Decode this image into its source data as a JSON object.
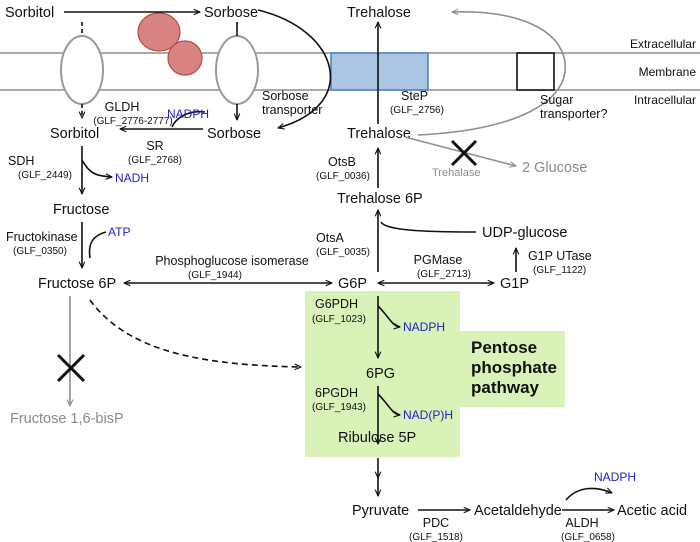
{
  "regions": {
    "extracellular": "Extracellular",
    "membrane": "Membrane",
    "intracellular": "Intracellular"
  },
  "metabolites": {
    "sorbitol_out": "Sorbitol",
    "sorbose_out": "Sorbose",
    "trehalose_out": "Trehalose",
    "sorbitol_in": "Sorbitol",
    "sorbose_in": "Sorbose",
    "trehalose_in": "Trehalose",
    "fructose": "Fructose",
    "fructose_6p": "Fructose 6P",
    "trehalose_6p": "Trehalose 6P",
    "udp_glucose": "UDP-glucose",
    "g6p": "G6P",
    "g1p": "G1P",
    "glucose2": "2 Glucose",
    "pg6": "6PG",
    "ribulose_5p": "Ribulose 5P",
    "fructose_16bisp": "Fructose 1,6-bisP",
    "pyruvate": "Pyruvate",
    "acetaldehyde": "Acetaldehyde",
    "acetic_acid": "Acetic acid"
  },
  "enzymes": {
    "gldh": {
      "name": "GLDH",
      "gene": "(GLF_2776-2777)"
    },
    "sr": {
      "name": "SR",
      "gene": "(GLF_2768)"
    },
    "sdh": {
      "name": "SDH",
      "gene": "(GLF_2449)"
    },
    "fructokinase": {
      "name": "Fructokinase",
      "gene": "(GLF_0350)"
    },
    "pgi": {
      "name": "Phosphoglucose isomerase",
      "gene": "(GLF_1944)"
    },
    "otsa": {
      "name": "OtsA",
      "gene": "(GLF_0035)"
    },
    "otsb": {
      "name": "OtsB",
      "gene": "(GLF_0036)"
    },
    "step": {
      "name": "SteP",
      "gene": "(GLF_2756)"
    },
    "pgmase": {
      "name": "PGMase",
      "gene": "(GLF_2713)"
    },
    "g1putase": {
      "name": "G1P UTase",
      "gene": "(GLF_1122)"
    },
    "g6pdh": {
      "name": "G6PDH",
      "gene": "(GLF_1023)"
    },
    "pgdh6": {
      "name": "6PGDH",
      "gene": "(GLF_1943)"
    },
    "pdc": {
      "name": "PDC",
      "gene": "(GLF_1518)"
    },
    "aldh": {
      "name": "ALDH",
      "gene": "(GLF_0658)"
    },
    "trehalase": {
      "name": "Trehalase"
    }
  },
  "transporters": {
    "sorbose_transporter": [
      "Sorbose",
      "transporter"
    ],
    "sugar_transporter": [
      "Sugar",
      "transporter?"
    ]
  },
  "cofactors": {
    "nadph_sr": "NADPH",
    "nadh_sdh": "NADH",
    "atp": "ATP",
    "nadph_g6pdh": "NADPH",
    "nadph_ppp": "NAD(P)H",
    "nadph_aldh": "NADPH"
  },
  "pathway_box": {
    "title_lines": [
      "Pentose",
      "phosphate",
      "pathway"
    ],
    "fill": "#d9f2b7"
  },
  "colors": {
    "membrane_enzyme": "#d98282",
    "membrane_enzyme_stroke": "#b24a4a",
    "step_transporter": "#aac6e4",
    "step_transporter_stroke": "#4a7fb5",
    "cofactor_text": "#1f1fc8",
    "blocked_text": "#8a8a8a"
  },
  "blocked_steps": [
    "trehalase",
    "fructose_6p_to_fructose_16bisp"
  ]
}
